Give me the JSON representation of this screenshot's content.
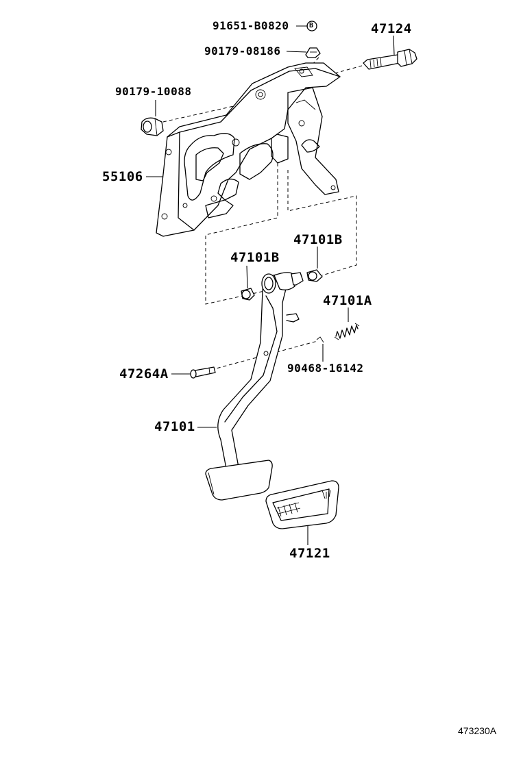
{
  "parts": {
    "p_91651": "91651-B0820",
    "p_b_mark": "B",
    "p_90179_08186": "90179-08186",
    "p_47124": "47124",
    "p_90179_10088": "90179-10088",
    "p_55106": "55106",
    "p_47101B_right": "47101B",
    "p_47101B_left": "47101B",
    "p_47101A": "47101A",
    "p_47264A": "47264A",
    "p_90468": "90468-16142",
    "p_47101": "47101",
    "p_47121": "47121"
  },
  "figure_code": "473230A",
  "icons": [
    "bolt-icon",
    "nut-icon",
    "clip-icon",
    "bracket-icon",
    "bushing-icon",
    "spring-icon",
    "pin-icon",
    "pedal-arm-icon",
    "pedal-pad-icon"
  ]
}
